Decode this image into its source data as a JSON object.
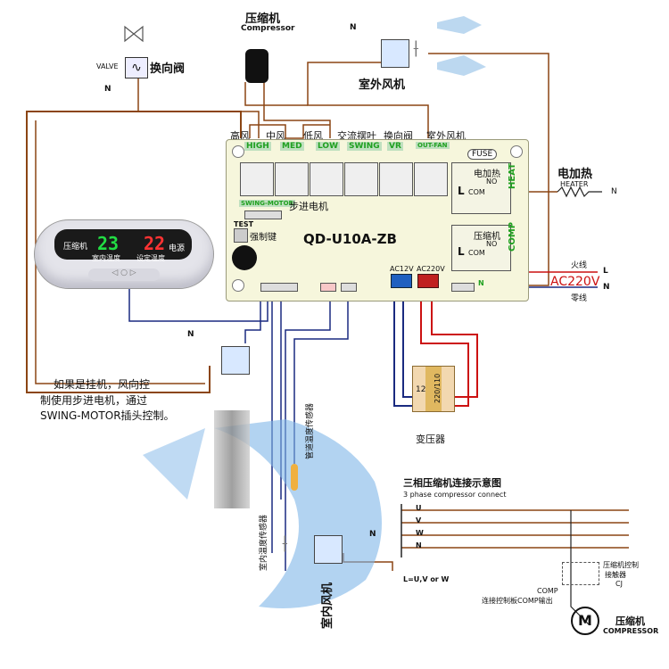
{
  "title": "QD-U10A-ZB",
  "compressor_top": {
    "zh": "压缩机",
    "en": "Compressor"
  },
  "valve": {
    "en": "VALVE",
    "zh": "换向阀",
    "n": "N"
  },
  "outdoor_fan": "室外风机",
  "board_top_labels": [
    "高风",
    "中风",
    "低风",
    "交流摆叶",
    "换向阀",
    "室外风机"
  ],
  "relay_tabs": [
    "HIGH",
    "MED",
    "LOW",
    "SWING",
    "VR",
    "OUT-FAN"
  ],
  "fuse": "FUSE",
  "heat_label": "电加热",
  "heat_tab": "HEAT",
  "comp_label": "压缩机",
  "comp_tab": "COMP",
  "com": "COM",
  "no": "NO",
  "L": "L",
  "swing_motor": "SWING-MOTOR",
  "stepper": "步进电机",
  "test": "TEST",
  "force_key": "强制键",
  "ac12v": "AC12V",
  "ac220v_small": "AC220V",
  "N": "N",
  "heater": {
    "zh": "电加热",
    "en": "HEATER",
    "n": "N"
  },
  "live": {
    "zh": "火线",
    "L": "L"
  },
  "ac220v": "AC220V",
  "neutral": {
    "zh": "零线",
    "N": "N"
  },
  "display": {
    "comp": "压缩机",
    "indoor_temp": "室内温度",
    "set_temp": "设定温度",
    "power": "电源",
    "indoor_value": "23",
    "set_value": "22"
  },
  "note": [
    "如果是挂机，风向控",
    "制使用步进电机，通过",
    "SWING-MOTOR插头控制。"
  ],
  "transformer": {
    "low": "12",
    "high": "220/110",
    "label": "变压器"
  },
  "pipe_sensor": "管道温度传感器",
  "room_sensor": "室内温度传感器",
  "indoor_fan": "室内风机",
  "three_phase": {
    "zh": "三相压缩机连接示意图",
    "en": "3 phase compressor connect",
    "phases": [
      "U",
      "V",
      "W",
      "N"
    ],
    "luvw": "L=U,V or W",
    "comp": "COMP",
    "connect": "连接控制板COMP输出",
    "contactor": [
      "压缩机控制",
      "接触器",
      "CJ"
    ],
    "motor": "M",
    "motor_zh": "压缩机",
    "motor_en": "COMPRESSOR"
  },
  "n_labels": [
    "N",
    "N",
    "N",
    "N"
  ],
  "colors": {
    "wire": "#8b4513",
    "blue": "#1a2a80",
    "red": "#cc1111",
    "board": "#f6f6dc",
    "airflow": "#7fb6e8"
  }
}
